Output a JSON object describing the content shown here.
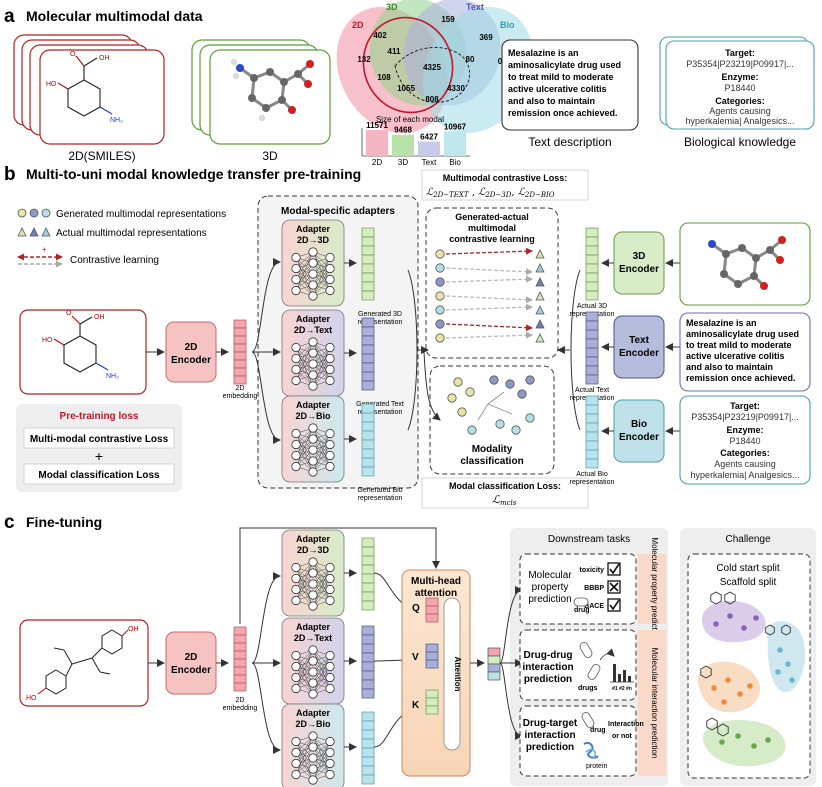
{
  "section_a": {
    "letter": "a",
    "title": "Molecular multimodal data",
    "mod_2d_label": "2D(SMILES)",
    "mod_3d_label": "3D",
    "text_desc_label": "Text description",
    "bio_label": "Biological knowledge",
    "atom_oh": "OH",
    "atom_o": "O",
    "atom_ho": "HO",
    "atom_nh2": "NH₂",
    "venn": {
      "set_2d": "2D",
      "set_3d": "3D",
      "set_text": "Text",
      "set_bio": "Bio",
      "n_159": "159",
      "n_402": "402",
      "n_369": "369",
      "n_411": "411",
      "n_132": "132",
      "n_4325": "4325",
      "n_80": "80",
      "n_0": "0",
      "n_108": "108",
      "n_1055": "1055",
      "n_4330": "4330",
      "n_808": "808"
    },
    "bar_title": "Size of each modal",
    "bars": [
      {
        "label": "2D",
        "value": "11571",
        "color": "#f4b6c2"
      },
      {
        "label": "3D",
        "value": "9468",
        "color": "#b9e2a8"
      },
      {
        "label": "Text",
        "value": "6427",
        "color": "#c7cbe8"
      },
      {
        "label": "Bio",
        "value": "10967",
        "color": "#bfe7ee"
      }
    ],
    "text_desc": [
      "Mesalazine        is        an",
      "aminosalicylate drug used",
      "to treat mild to moderate",
      "active    ulcerative    colitis",
      "and also to maintain",
      "remission once achieved."
    ],
    "bio": {
      "target_label": "Target:",
      "target_value": "P35354|P23219|P09917|...",
      "enzyme_label": "Enzyme:",
      "enzyme_value": "P18440",
      "categories_label": "Categories:",
      "categories_line1": "Agents causing",
      "categories_line2": "hyperkalemia| Analgesics..."
    }
  },
  "section_b": {
    "letter": "b",
    "title": "Multi-to-uni modal knowledge transfer pre-training",
    "legend_generated": "Generated multimodal representations",
    "legend_actual": "Actual  multimodal representations",
    "legend_contrastive": "Contrastive learning",
    "legend_plus": "+",
    "legend_minus": "-",
    "encoder_2d_l1": "2D",
    "encoder_2d_l2": "Encoder",
    "embedding_2d_l1": "2D",
    "embedding_2d_l2": "embedding",
    "adapters_title": "Modal-specific adapters",
    "adapter_prefix": "Adapter",
    "adapter_3d": "2D→3D",
    "adapter_text": "2D→Text",
    "adapter_bio": "2D→Bio",
    "gen_3d_l1": "Generated 3D",
    "gen_3d_l2": "representation",
    "gen_text_l1": "Generated Text",
    "gen_text_l2": "representation",
    "gen_bio_l1": "Generated Bio",
    "gen_bio_l2": "representation",
    "mm_loss_title": "Multimodal contrastive Loss:",
    "mm_loss_formula": "ℒ 2D−TEXT , ℒ 2D−3D , ℒ 2D−BIO",
    "mm_loss_a": "ℒ",
    "mm_loss_a_sub": "2D−TEXT",
    "mm_loss_b": "ℒ",
    "mm_loss_b_sub": "2D−3D",
    "mm_loss_c": "ℒ",
    "mm_loss_c_sub": "2D−BIO",
    "gen_actual_l1": "Generated-actual",
    "gen_actual_l2": "multimodal",
    "gen_actual_l3": "contrastive learning",
    "modality_l1": "Modality",
    "modality_l2": "classification",
    "cls_loss_title": "Modal classification Loss:",
    "cls_loss_symbol": "ℒ",
    "cls_loss_sub": "mcls",
    "enc_3d_l1": "3D",
    "enc_3d_l2": "Encoder",
    "enc_text_l1": "Text",
    "enc_text_l2": "Encoder",
    "enc_bio_l1": "Bio",
    "enc_bio_l2": "Encoder",
    "act_3d_l1": "Actual 3D",
    "act_3d_l2": "representation",
    "act_text_l1": "Actual Text",
    "act_text_l2": "representation",
    "act_bio_l1": "Actual Bio",
    "act_bio_l2": "representation",
    "pretrain_title": "Pre-training loss",
    "pretrain_loss1": "Multi-modal contrastive Loss",
    "pretrain_plus": "+",
    "pretrain_loss2": "Modal classification Loss"
  },
  "section_c": {
    "letter": "c",
    "title": "Fine-tuning",
    "encoder_l1": "2D",
    "encoder_l2": "Encoder",
    "embedding_l1": "2D",
    "embedding_l2": "embedding",
    "mha_l1": "Multi-head",
    "mha_l2": "attention",
    "q": "Q",
    "v": "V",
    "k": "K",
    "attention": "Attention",
    "downstream_title": "Downstream tasks",
    "task1_l1": "Molecular",
    "task1_l2": "property",
    "task1_l3": "prediction",
    "task1_side": "Molecular property prediction",
    "toxicity": "toxicity",
    "bbbp": "BBBP",
    "bace": "BACE",
    "drug": "drug",
    "task2_l1": "Drug-drug",
    "task2_l2": "interaction",
    "task2_l3": "prediction",
    "task2_side": "Molecular interaction prediction",
    "drugs": "drugs",
    "bar_ticks": "#1 #2 #n",
    "task3_l1": "Drug-target",
    "task3_l2": "interaction",
    "task3_l3": "prediction",
    "interaction_l1": "Interaction",
    "interaction_l2": "or not",
    "protein": "protein",
    "challenge_title": "Challenge",
    "cold_start": "Cold start split",
    "scaffold": "Scaffold split",
    "atom_oh": "OH",
    "atom_ho": "HO"
  }
}
